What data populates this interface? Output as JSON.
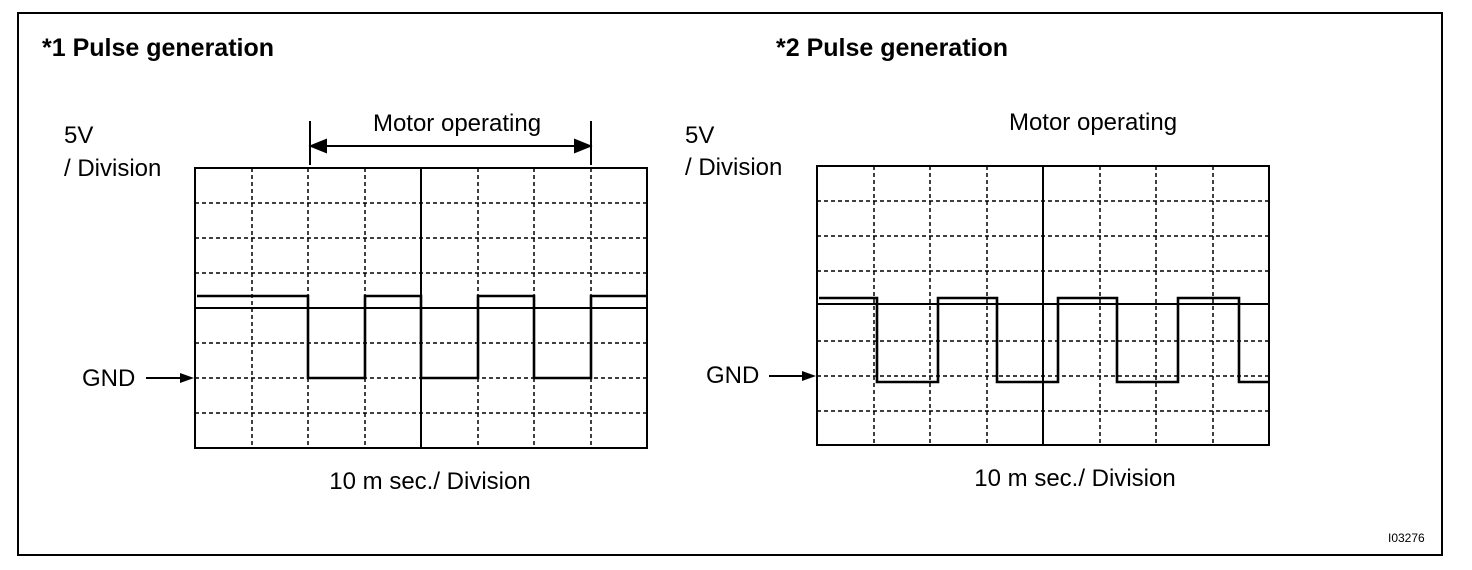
{
  "panels": [
    {
      "title": "*1 Pulse generation",
      "volt_label": "5V",
      "volt_label_2": "/ Division",
      "gnd_label": "GND",
      "span_label": "Motor operating",
      "time_label": "10 m sec./ Division",
      "span_arrow": true
    },
    {
      "title": "*2 Pulse generation",
      "volt_label": "5V",
      "volt_label_2": "/ Division",
      "gnd_label": "GND",
      "span_label": "Motor operating",
      "time_label": "10 m sec./ Division",
      "span_arrow": false
    }
  ],
  "figure_id": "I03276"
}
